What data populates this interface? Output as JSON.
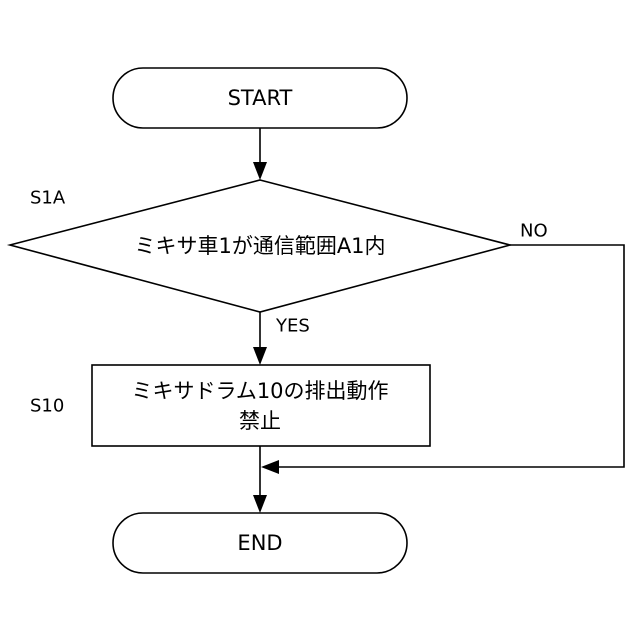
{
  "diagram": {
    "nodes": {
      "start": {
        "label": "START"
      },
      "decision": {
        "step": "S1A",
        "label": "ミキサ車1が通信範囲A1内"
      },
      "process": {
        "step": "S10",
        "lines": [
          "ミキサドラム10の排出動作",
          "禁止"
        ]
      },
      "end": {
        "label": "END"
      }
    },
    "edges": {
      "yes": {
        "label": "YES"
      },
      "no": {
        "label": "NO"
      }
    }
  }
}
